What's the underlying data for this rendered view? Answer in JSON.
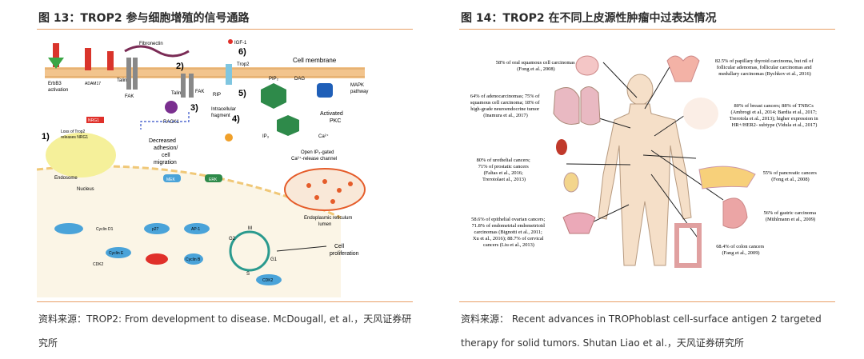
{
  "left": {
    "title": "图 13：TROP2 参与细胞增殖的信号通路",
    "source": "资料来源：TROP2: From development to disease. McDougall, et al.，天风证券研究所",
    "diagram": {
      "fibronectin": "Fibronectin",
      "erbb3": "ErbB3\nactivation",
      "adam17": "ADAM17",
      "talin": "Talin",
      "fak": "FAK",
      "talin2": "Talin",
      "fak2": "FAK",
      "rack1": "RACK1",
      "rip": "RIP",
      "igf1": "IGF-1",
      "trop2": "Trop2",
      "cell_membrane": "Cell membrane",
      "pip2": "PIP₂",
      "dag": "DAG",
      "mapk": "MAPK\npathway",
      "activated_pkc": "Activated\nPKC",
      "ip3": "IP₃",
      "ca_release": "Open IP₃-gated\nCa²⁺-release channel",
      "er": "Endoplasmic reticulum\nlumen",
      "ca": "Ca²⁺",
      "intracellular": "Intracellular\nfragment",
      "decreased": "Decreased\nadhesion/\ncell\nmigration",
      "nrg1": "NRG1",
      "loss": "Loss of Trop2\nreleases NRG1",
      "endosome": "Endosome",
      "nucleus": "Nucleus",
      "mek": "MEK",
      "erk": "ERK",
      "cell_prolif": "Cell\nproliferation",
      "cyclin_d1": "Cyclin D1",
      "cdk2": "CDK2",
      "cyclin_e": "Cyclin E",
      "cyclin_b": "Cyclin B",
      "ap1": "AP-1",
      "p27": "p27",
      "steps": [
        "1)",
        "2)",
        "3)",
        "4)",
        "5)",
        "6)"
      ],
      "phases": [
        "G2",
        "M",
        "G1",
        "S"
      ]
    }
  },
  "right": {
    "title": "图 14：TROP2 在不同上皮源性肿瘤中过表达情况",
    "source": "资料来源： Recent advances in TROPhoblast cell-surface antigen 2 targeted therapy for solid tumors. Shutan Liao et al.，天风证券研究所",
    "annotations": {
      "oral": "58% of oral squamous cell carcinomas\n(Fong et al., 2008)",
      "lung": "64% of adenocarcinomas; 75% of\nsquamous cell carcinoma; 18% of\nhigh-grade neuroendocrine tumor\n(Inamura et al., 2017)",
      "urothelial": "80% of urothelial cancers;\n71% of prostatic cancers\n(Faltas et al., 2016;\nTrerotolaet al., 2013)",
      "ovarian": "58.6% of epithelial ovarian cancers;\n71.8% of endometrial endometrioid\ncarcinomas (Bignotti et al., 2011;\nXu et al., 2016); 88.7% of cervical\ncancers (Liu et al., 2013)",
      "thyroid": "82.5% of papillary thyroid carcinoma, but nil of\nfollicular adenomas, follicular carcinomas and\nmedullary carcinomas (Bychkov et al., 2016)",
      "breast": "80% of breast cancers; 88% of TNBCs\n(Ambrogi et al., 2014; Bardia et al., 2017;\nTrerotola et al., 2013); higher expression in\nHR+/HER2- subtype (Vidula et al., 2017)",
      "pancreatic": "55% of pancreatic cancers\n(Fong et al., 2008)",
      "gastric": "56% of gastric carcinoma\n(Mühlmann et al., 2009)",
      "colon": "68.4% of colon cancers\n(Fang et al., 2009)"
    }
  }
}
